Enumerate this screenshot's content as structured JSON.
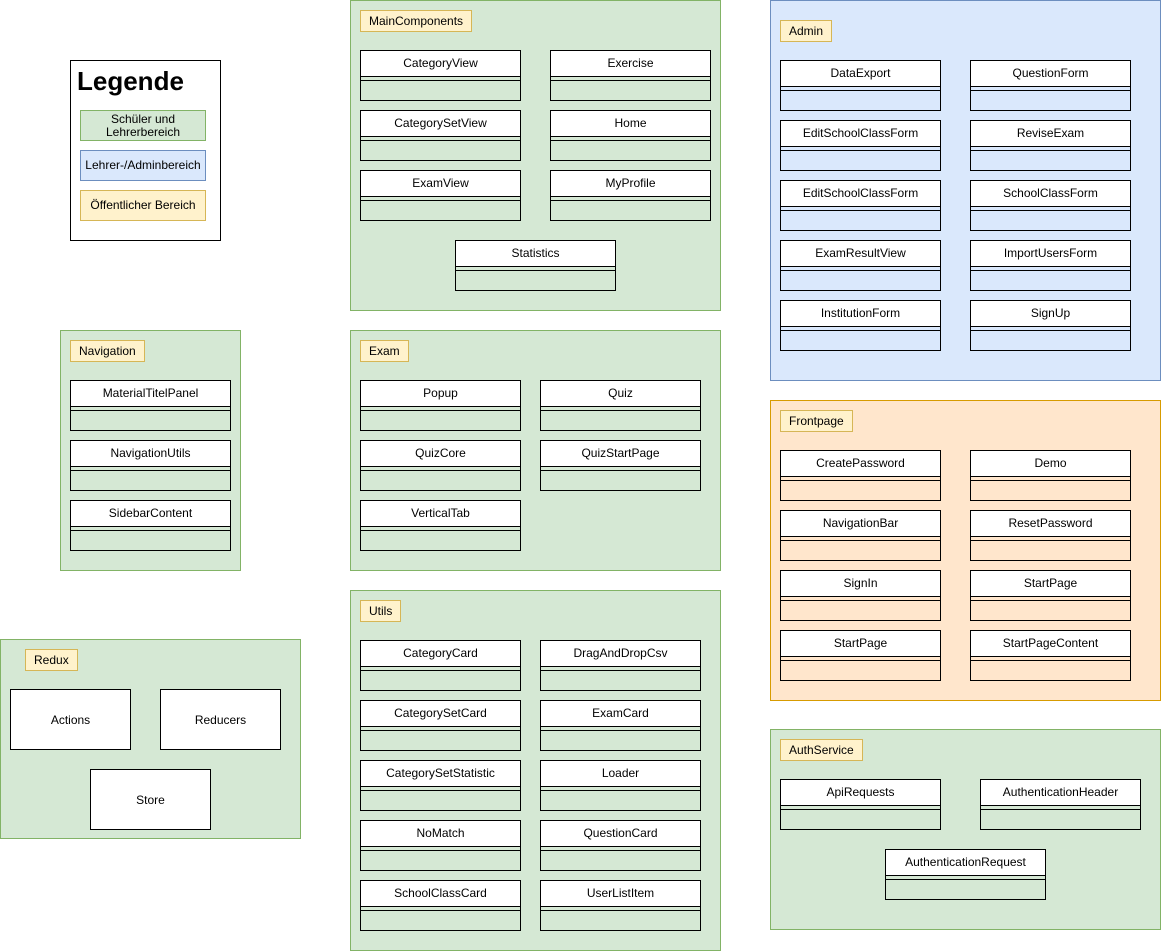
{
  "legend": {
    "title": "Legende",
    "items": [
      {
        "label": "Schüler und Lehrerbereich",
        "color": "#d5e8d4"
      },
      {
        "label": "Lehrer-/Adminbereich",
        "color": "#dae8fc"
      },
      {
        "label": "Öffentlicher Bereich",
        "color": "#fff2cc"
      }
    ]
  },
  "groups": {
    "main_components": {
      "label": "MainComponents",
      "classes": [
        "CategoryView",
        "Exercise",
        "CategorySetView",
        "Home",
        "ExamView",
        "MyProfile",
        "Statistics"
      ]
    },
    "navigation": {
      "label": "Navigation",
      "classes": [
        "MaterialTitelPanel",
        "NavigationUtils",
        "SidebarContent"
      ]
    },
    "exam": {
      "label": "Exam",
      "classes": [
        "Popup",
        "Quiz",
        "QuizCore",
        "QuizStartPage",
        "VerticalTab"
      ]
    },
    "utils": {
      "label": "Utils",
      "classes": [
        "CategoryCard",
        "DragAndDropCsv",
        "CategorySetCard",
        "ExamCard",
        "CategorySetStatistic",
        "Loader",
        "NoMatch",
        "QuestionCard",
        "SchoolClassCard",
        "UserListItem"
      ]
    },
    "redux": {
      "label": "Redux",
      "boxes": [
        "Actions",
        "Reducers",
        "Store"
      ]
    },
    "admin": {
      "label": "Admin",
      "classes": [
        "DataExport",
        "QuestionForm",
        "EditSchoolClassForm",
        "ReviseExam",
        "EditSchoolClassForm",
        "SchoolClassForm",
        "ExamResultView",
        "ImportUsersForm",
        "InstitutionForm",
        "SignUp"
      ]
    },
    "frontpage": {
      "label": "Frontpage",
      "classes": [
        "CreatePassword",
        "Demo",
        "NavigationBar",
        "ResetPassword",
        "SignIn",
        "StartPage",
        "StartPage",
        "StartPageContent"
      ]
    },
    "auth_service": {
      "label": "AuthService",
      "classes": [
        "ApiRequests",
        "AuthenticationHeader",
        "AuthenticationRequest"
      ]
    }
  }
}
